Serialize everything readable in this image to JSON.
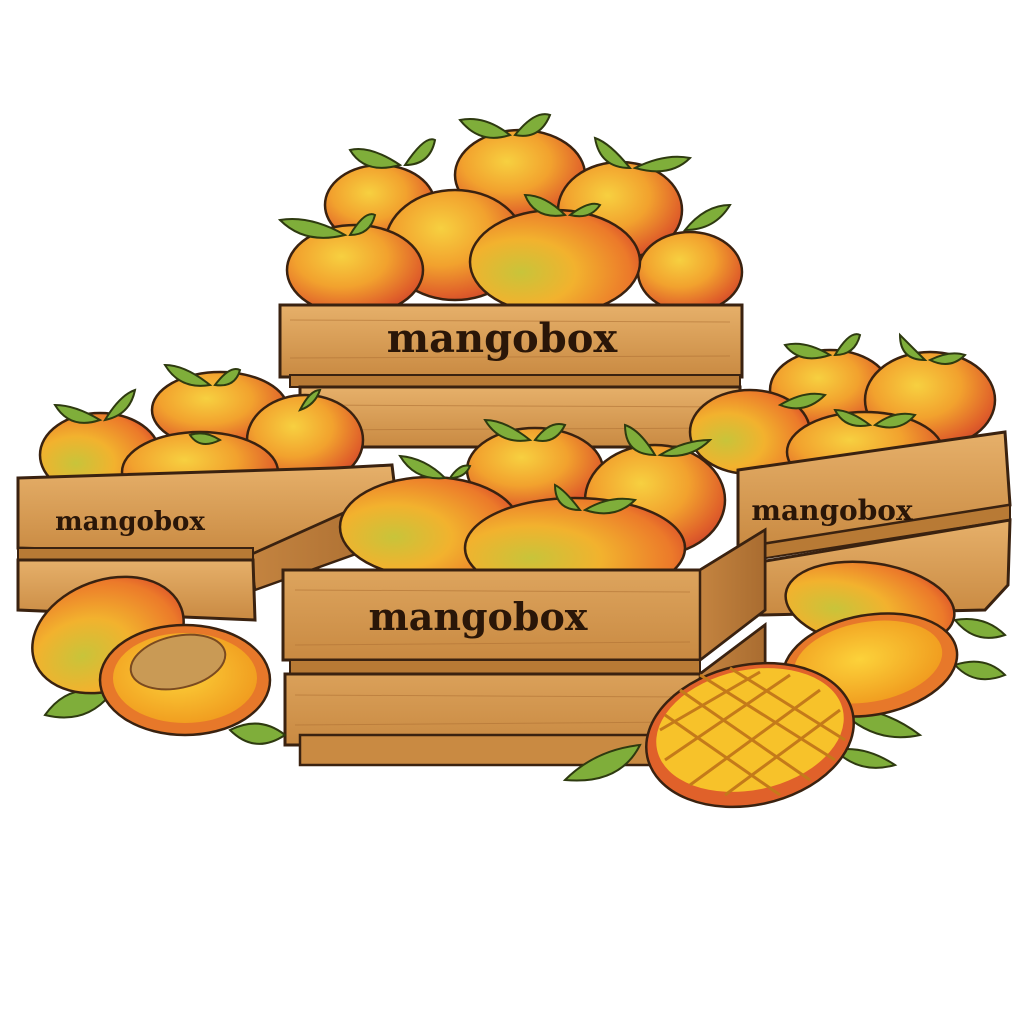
{
  "scene": {
    "subject": "Illustration of wooden crates filled with mangoes",
    "crates": [
      {
        "id": "top-center",
        "label": "mangobox"
      },
      {
        "id": "left",
        "label": "mangobox"
      },
      {
        "id": "right",
        "label": "mangobox"
      },
      {
        "id": "front-center",
        "label": "mangobox"
      }
    ],
    "loose_fruit": [
      "whole mango",
      "halved mango with pit",
      "whole mango",
      "halved mango",
      "cubed mango (hedgehog cut)"
    ],
    "colors": {
      "wood": "#d9a35a",
      "wood_dark": "#b87a35",
      "outline": "#3a2210",
      "mango_yellow": "#f2c230",
      "mango_orange": "#f0902a",
      "mango_red": "#d8452a",
      "mango_green": "#9cb83a",
      "leaf": "#7fae3a",
      "flesh": "#f7b81e",
      "pit": "#c99a55",
      "background": "#ffffff"
    }
  }
}
